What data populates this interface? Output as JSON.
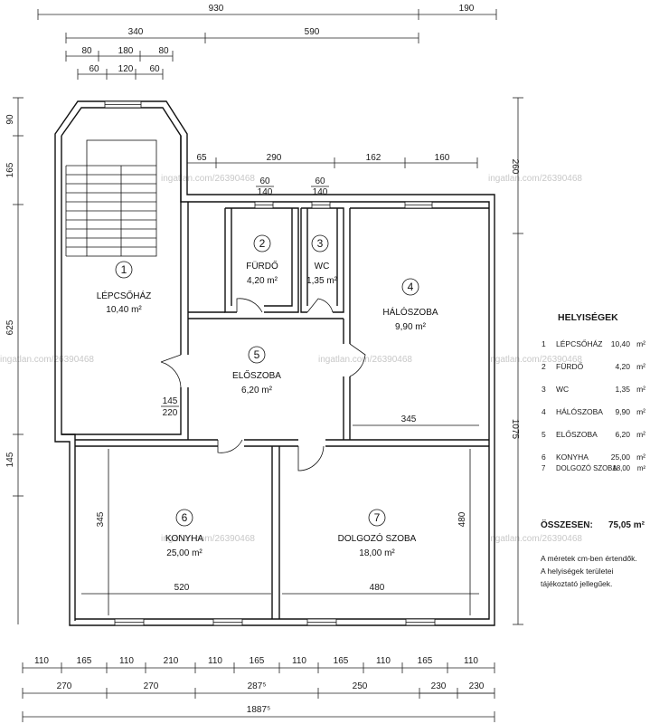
{
  "top_dimensions": {
    "row1": [
      "930",
      "190"
    ],
    "row2": [
      "340",
      "590"
    ],
    "row3": [
      "80",
      "180",
      "80"
    ],
    "row4": [
      "60",
      "120",
      "60"
    ],
    "row5": [
      "65",
      "290",
      "162",
      "160"
    ]
  },
  "door_window_labels": {
    "bathroom_window": [
      "60",
      "140"
    ],
    "wc_window": [
      "60",
      "140"
    ],
    "hall_door": [
      "145",
      "220"
    ]
  },
  "left_dimensions": [
    "90",
    "165",
    "625",
    "145"
  ],
  "right_dimensions": [
    "260",
    "1075"
  ],
  "interior_dimensions": {
    "bedroom_width": "345",
    "kitchen_height": "345",
    "kitchen_width": "520",
    "study_height": "480",
    "study_width": "480"
  },
  "bottom_dimensions": {
    "row1": [
      "110",
      "165",
      "110",
      "210",
      "110",
      "165",
      "110",
      "165",
      "110",
      "165",
      "110"
    ],
    "row2": [
      "270",
      "270",
      "287⁵",
      "250",
      "230",
      "230"
    ],
    "row3": [
      "1887⁵"
    ]
  },
  "rooms": [
    {
      "num": "1",
      "name": "LÉPCSŐHÁZ",
      "area": "10,40 m²"
    },
    {
      "num": "2",
      "name": "FÜRDŐ",
      "area": "4,20 m²"
    },
    {
      "num": "3",
      "name": "WC",
      "area": "1,35 m²"
    },
    {
      "num": "4",
      "name": "HÁLÓSZOBA",
      "area": "9,90 m²"
    },
    {
      "num": "5",
      "name": "ELŐSZOBA",
      "area": "6,20 m²"
    },
    {
      "num": "6",
      "name": "KONYHA",
      "area": "25,00 m²"
    },
    {
      "num": "7",
      "name": "DOLGOZÓ SZOBA",
      "area": "18,00 m²"
    }
  ],
  "legend": {
    "title": "HELYISÉGEK",
    "unit": "m²",
    "rows": [
      {
        "num": "1",
        "name": "LÉPCSŐHÁZ",
        "area": "10,40"
      },
      {
        "num": "2",
        "name": "FÜRDŐ",
        "area": "4,20"
      },
      {
        "num": "3",
        "name": "WC",
        "area": "1,35"
      },
      {
        "num": "4",
        "name": "HÁLÓSZOBA",
        "area": "9,90"
      },
      {
        "num": "5",
        "name": "ELŐSZOBA",
        "area": "6,20"
      },
      {
        "num": "6",
        "name": "KONYHA",
        "area": "25,00"
      },
      {
        "num": "7",
        "name": "DOLGOZÓ SZOBA",
        "area": "18,00"
      }
    ],
    "total_label": "ÖSSZESEN:",
    "total_value": "75,05 m²",
    "notes": [
      "A méretek cm-ben értendők.",
      "A helyiségek területei",
      "tájékoztató jellegűek."
    ]
  },
  "watermark": "ingatlan.com/26390468"
}
